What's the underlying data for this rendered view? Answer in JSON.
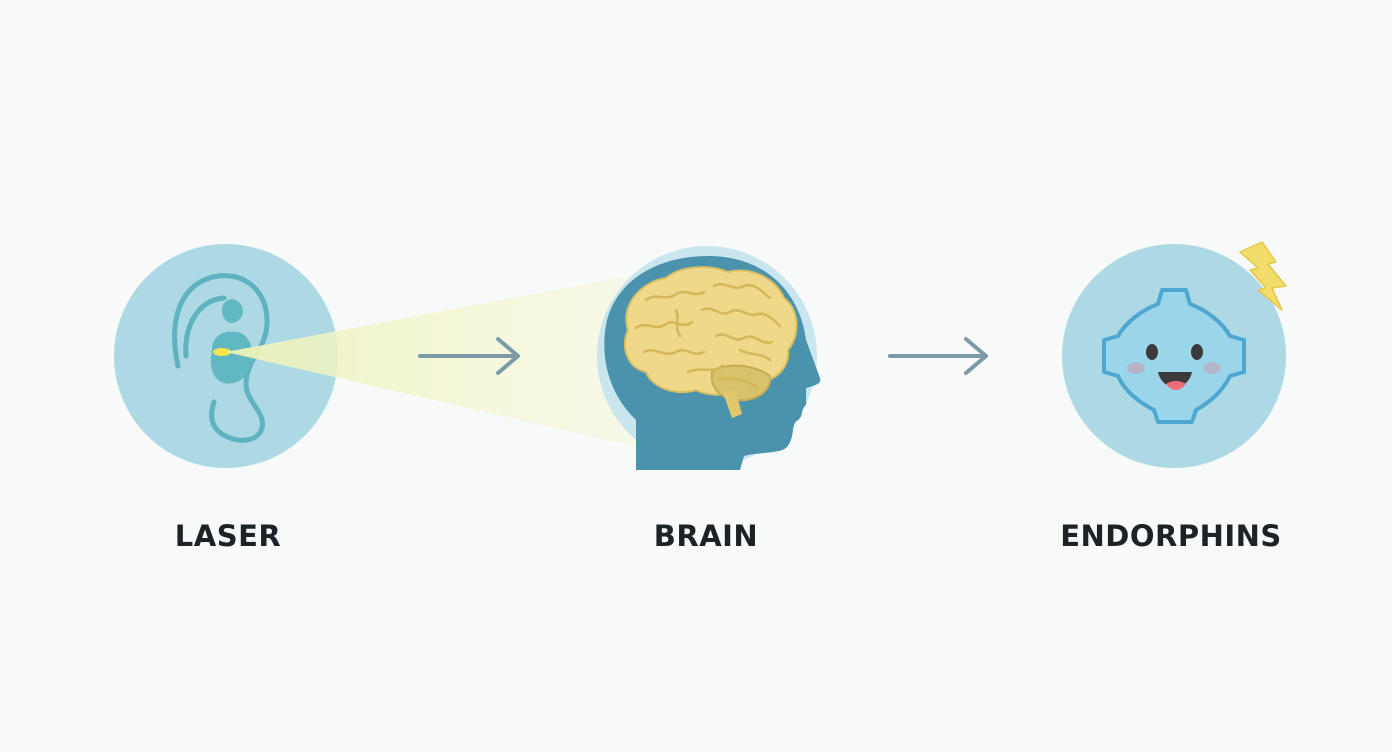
{
  "steps": [
    {
      "label": "LASER",
      "icon": "ear-icon"
    },
    {
      "label": "BRAIN",
      "icon": "head-brain-icon"
    },
    {
      "label": "ENDORPHINS",
      "icon": "happy-molecule-icon"
    }
  ],
  "connectors": [
    "arrow-right-icon",
    "arrow-right-icon"
  ],
  "colors": {
    "circle_fill": "#a9d8e3",
    "head_fill": "#4b93ad",
    "brain_fill": "#f1d98a",
    "beam_fill": "#f4f3c8",
    "arrow": "#7b9aa5",
    "spark": "#f2dc6a",
    "label_text": "#1d2226"
  }
}
